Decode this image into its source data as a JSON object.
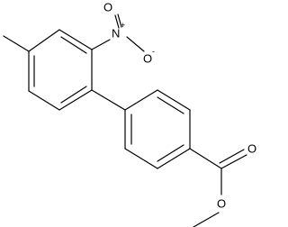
{
  "molecule": {
    "atom_labels": {
      "nitro_nitrogen": "N",
      "nitro_n_charge": "+",
      "nitro_oxygen_top": "O",
      "nitro_oxygen_right": "O",
      "nitro_o_charge": "-",
      "ester_carbonyl_oxygen": "O",
      "ester_ether_oxygen": "O"
    }
  },
  "colors": {
    "bond": "#000000",
    "background": "#ffffff"
  }
}
